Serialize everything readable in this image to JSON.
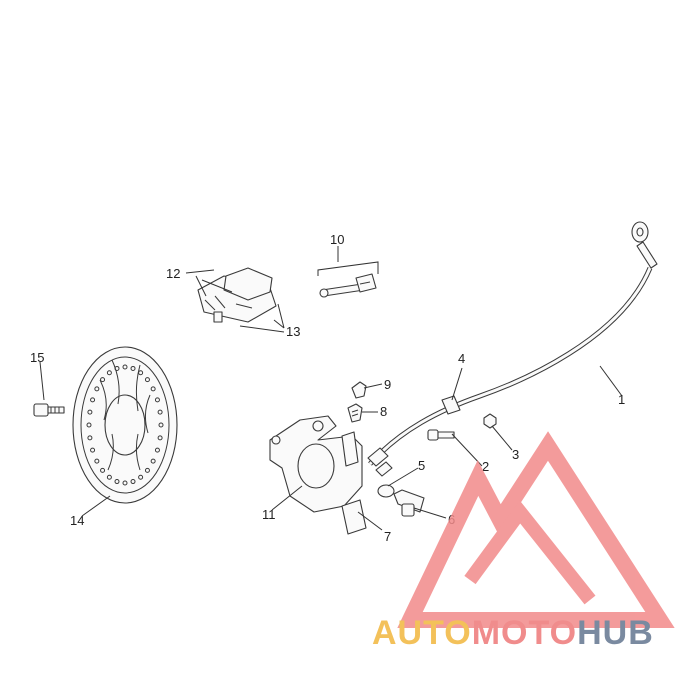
{
  "callouts": [
    "1",
    "2",
    "3",
    "4",
    "5",
    "6",
    "7",
    "8",
    "9",
    "10",
    "11",
    "12",
    "13",
    "14",
    "15"
  ],
  "watermark": {
    "word_a": "AUTO",
    "word_b": "MOTO",
    "word_c": "HUB",
    "color_a": "#f3c15a",
    "color_b": "#f08c8c",
    "color_c": "#7a8aa0",
    "logo_color": "#f28a8a"
  }
}
